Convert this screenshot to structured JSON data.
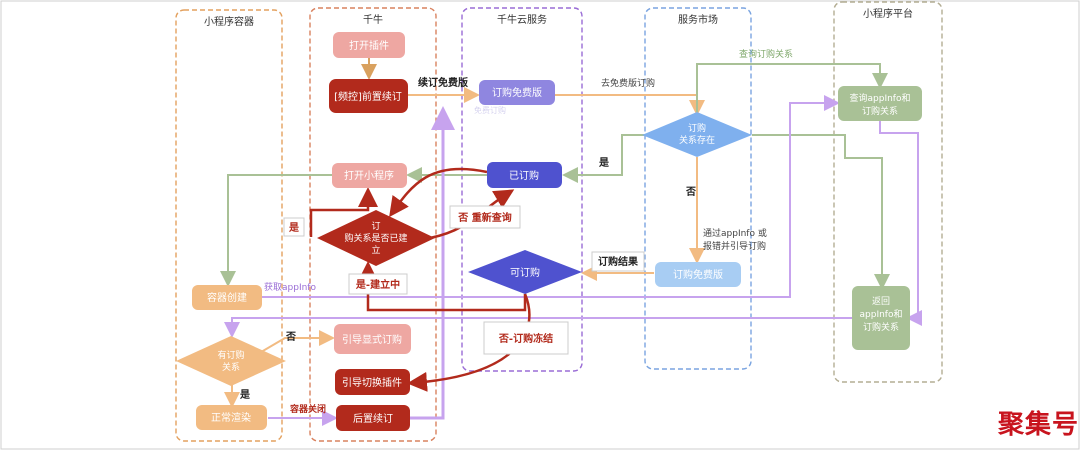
{
  "lanes": {
    "container": "小程序容器",
    "qianniu": "千牛",
    "cloud": "千牛云服务",
    "market": "服务市场",
    "platform": "小程序平台"
  },
  "nodes": {
    "open_plugin": "打开插件",
    "pre_renew": "[频控]前置续订",
    "open_miniapp": "打开小程序",
    "order_established": [
      "订",
      "购关系是否已建",
      "立"
    ],
    "guide_explicit_order": "引导显式订购",
    "guide_switch_plugin": "引导切换插件",
    "post_renew": "后置续订",
    "free_order": "订购免费版",
    "free_order_ghost": "免费订购",
    "subscribed": "已订购",
    "orderable": "可订购",
    "order_exists": [
      "订购",
      "关系存在"
    ],
    "free_order_market": "订购免费版",
    "query_relation": [
      "查询appInfo和",
      "订购关系"
    ],
    "return_relation": [
      "返回",
      "appInfo和",
      "订购关系"
    ],
    "container_create": "容器创建",
    "has_order": [
      "有订购",
      "关系"
    ],
    "normal_render": "正常渲染"
  },
  "labels": {
    "renew_free": "续订免费版",
    "go_free_order": "去免费版订购",
    "query_order_relation": "查询订购关系",
    "yes_1": "是",
    "no_market": "否",
    "via_appinfo": [
      "通过appInfo 或",
      "报错并引导订购"
    ],
    "order_result": "订购结果",
    "yes_left": "是",
    "no_requery": "否 重新查询",
    "yes_establishing": "是-建立中",
    "get_appinfo": "获取appInfo",
    "no_container": "否",
    "yes_container": "是",
    "no_frozen": "否-订购冻结",
    "container_close": "容器关闭"
  },
  "colors": {
    "orange_border": "#e3a15f",
    "red_border": "#d9825f",
    "purple_border": "#9a6dd6",
    "blue_border": "#7aa4e0",
    "gray_border": "#b3ad93",
    "pink": "#eea7a2",
    "dark_red": "#b22a1c",
    "lavender": "#8f86e0",
    "indigo": "#4f52cf",
    "sky": "#7fb0ee",
    "sage": "#a3c08e",
    "peach": "#f2bb82",
    "gray_green": "#a9c196",
    "lilac": "#c7a3ee"
  },
  "watermark": "聚集号"
}
